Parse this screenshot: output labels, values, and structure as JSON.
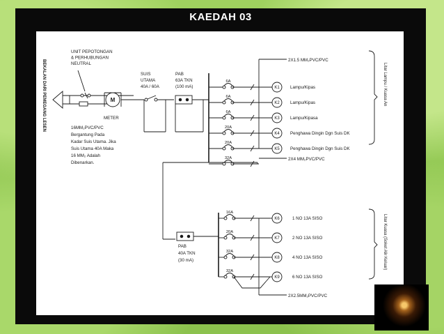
{
  "title": "KAEDAH 03",
  "side_label_left": "BEKALAN DARI PEMEGANG LESEN",
  "unit_label": [
    "UNIT PEPOTONGAN",
    "& PERHUBUNGAN",
    "NEUTRAL"
  ],
  "meter_label": "METER",
  "meter_symbol": "M",
  "main_switch_label": [
    "SUIS",
    "UTAMA",
    "40A / 60A"
  ],
  "pab_top_label": [
    "PAB",
    "63A TKN",
    "(100 mA)"
  ],
  "pab_bottom_label": [
    "PAB",
    "40A TKN",
    "(30 mA)"
  ],
  "note_text": [
    "16MM₂PVC/PVC",
    "Bergantung Pada",
    "Kadar Suis Utama. Jika",
    "Suis Utama 40A Maka",
    "16 MM₂ Adalah",
    "Dibenarkan."
  ],
  "cable_top": "2X1.5 MM₂PVC/PVC",
  "cable_mid": "2X4 MM₂PVC/PVC",
  "cable_bottom": "2X2.5MM₂PVC/PVC",
  "group_top_label": "Litar Lampu / Kuasa An",
  "group_bottom_label": "Litar Kuasa (Soket Alir Keluar)",
  "light_circuits": [
    {
      "rating": "6A",
      "id": "K1",
      "load": "Lampu/Kipas"
    },
    {
      "rating": "6A",
      "id": "K2",
      "load": "Lampu/Kipas"
    },
    {
      "rating": "6A",
      "id": "K3",
      "load": "Lampu/Kipasa"
    },
    {
      "rating": "20A",
      "id": "K4",
      "load": "Penghawa Dingin Dgn Suis DK"
    },
    {
      "rating": "20A",
      "id": "K5",
      "load": "Penghawa Dingin Dgn Suis DK"
    },
    {
      "rating": "32A",
      "id": "",
      "load": ""
    }
  ],
  "power_circuits": [
    {
      "rating": "16A",
      "id": "K6",
      "load": "1 NO 13A SISO"
    },
    {
      "rating": "20A",
      "id": "K7",
      "load": "2 NO 13A SISO"
    },
    {
      "rating": "32A",
      "id": "K8",
      "load": "4 NO 13A SISO"
    },
    {
      "rating": "32A",
      "id": "K9",
      "load": "6 NO 13A SISO"
    }
  ]
}
